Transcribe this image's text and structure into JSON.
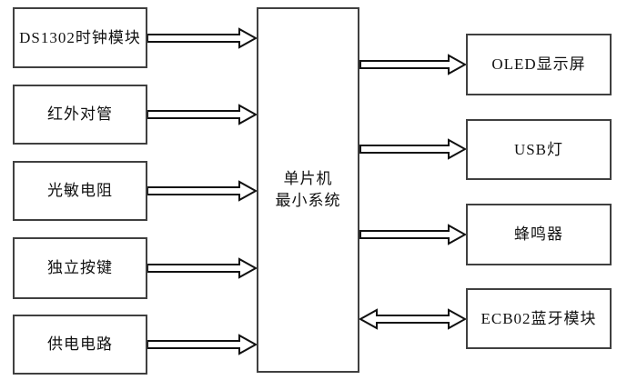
{
  "diagram": {
    "type": "block-diagram",
    "center_node": {
      "label": "单片机最小系统",
      "line1": "单片机",
      "line2": "最小系统"
    },
    "left_nodes": [
      {
        "label": "DS1302时钟模块"
      },
      {
        "label": "红外对管"
      },
      {
        "label": "光敏电阻"
      },
      {
        "label": "独立按键"
      },
      {
        "label": "供电电路"
      }
    ],
    "right_nodes": [
      {
        "label": "OLED显示屏"
      },
      {
        "label": "USB灯"
      },
      {
        "label": "蜂鸣器"
      },
      {
        "label": "ECB02蓝牙模块"
      }
    ],
    "connections": [
      {
        "from": "DS1302时钟模块",
        "to": "单片机最小系统",
        "arrow": "unidirectional"
      },
      {
        "from": "红外对管",
        "to": "单片机最小系统",
        "arrow": "unidirectional"
      },
      {
        "from": "光敏电阻",
        "to": "单片机最小系统",
        "arrow": "unidirectional"
      },
      {
        "from": "独立按键",
        "to": "单片机最小系统",
        "arrow": "unidirectional"
      },
      {
        "from": "供电电路",
        "to": "单片机最小系统",
        "arrow": "unidirectional"
      },
      {
        "from": "单片机最小系统",
        "to": "OLED显示屏",
        "arrow": "unidirectional"
      },
      {
        "from": "单片机最小系统",
        "to": "USB灯",
        "arrow": "unidirectional"
      },
      {
        "from": "单片机最小系统",
        "to": "蜂鸣器",
        "arrow": "unidirectional"
      },
      {
        "from": "单片机最小系统",
        "to": "ECB02蓝牙模块",
        "arrow": "bidirectional"
      }
    ],
    "colors": {
      "background": "#ffffff",
      "box_border": "#404040",
      "text": "#111111",
      "arrow_outline": "#111111",
      "arrow_fill": "#ffffff"
    }
  }
}
